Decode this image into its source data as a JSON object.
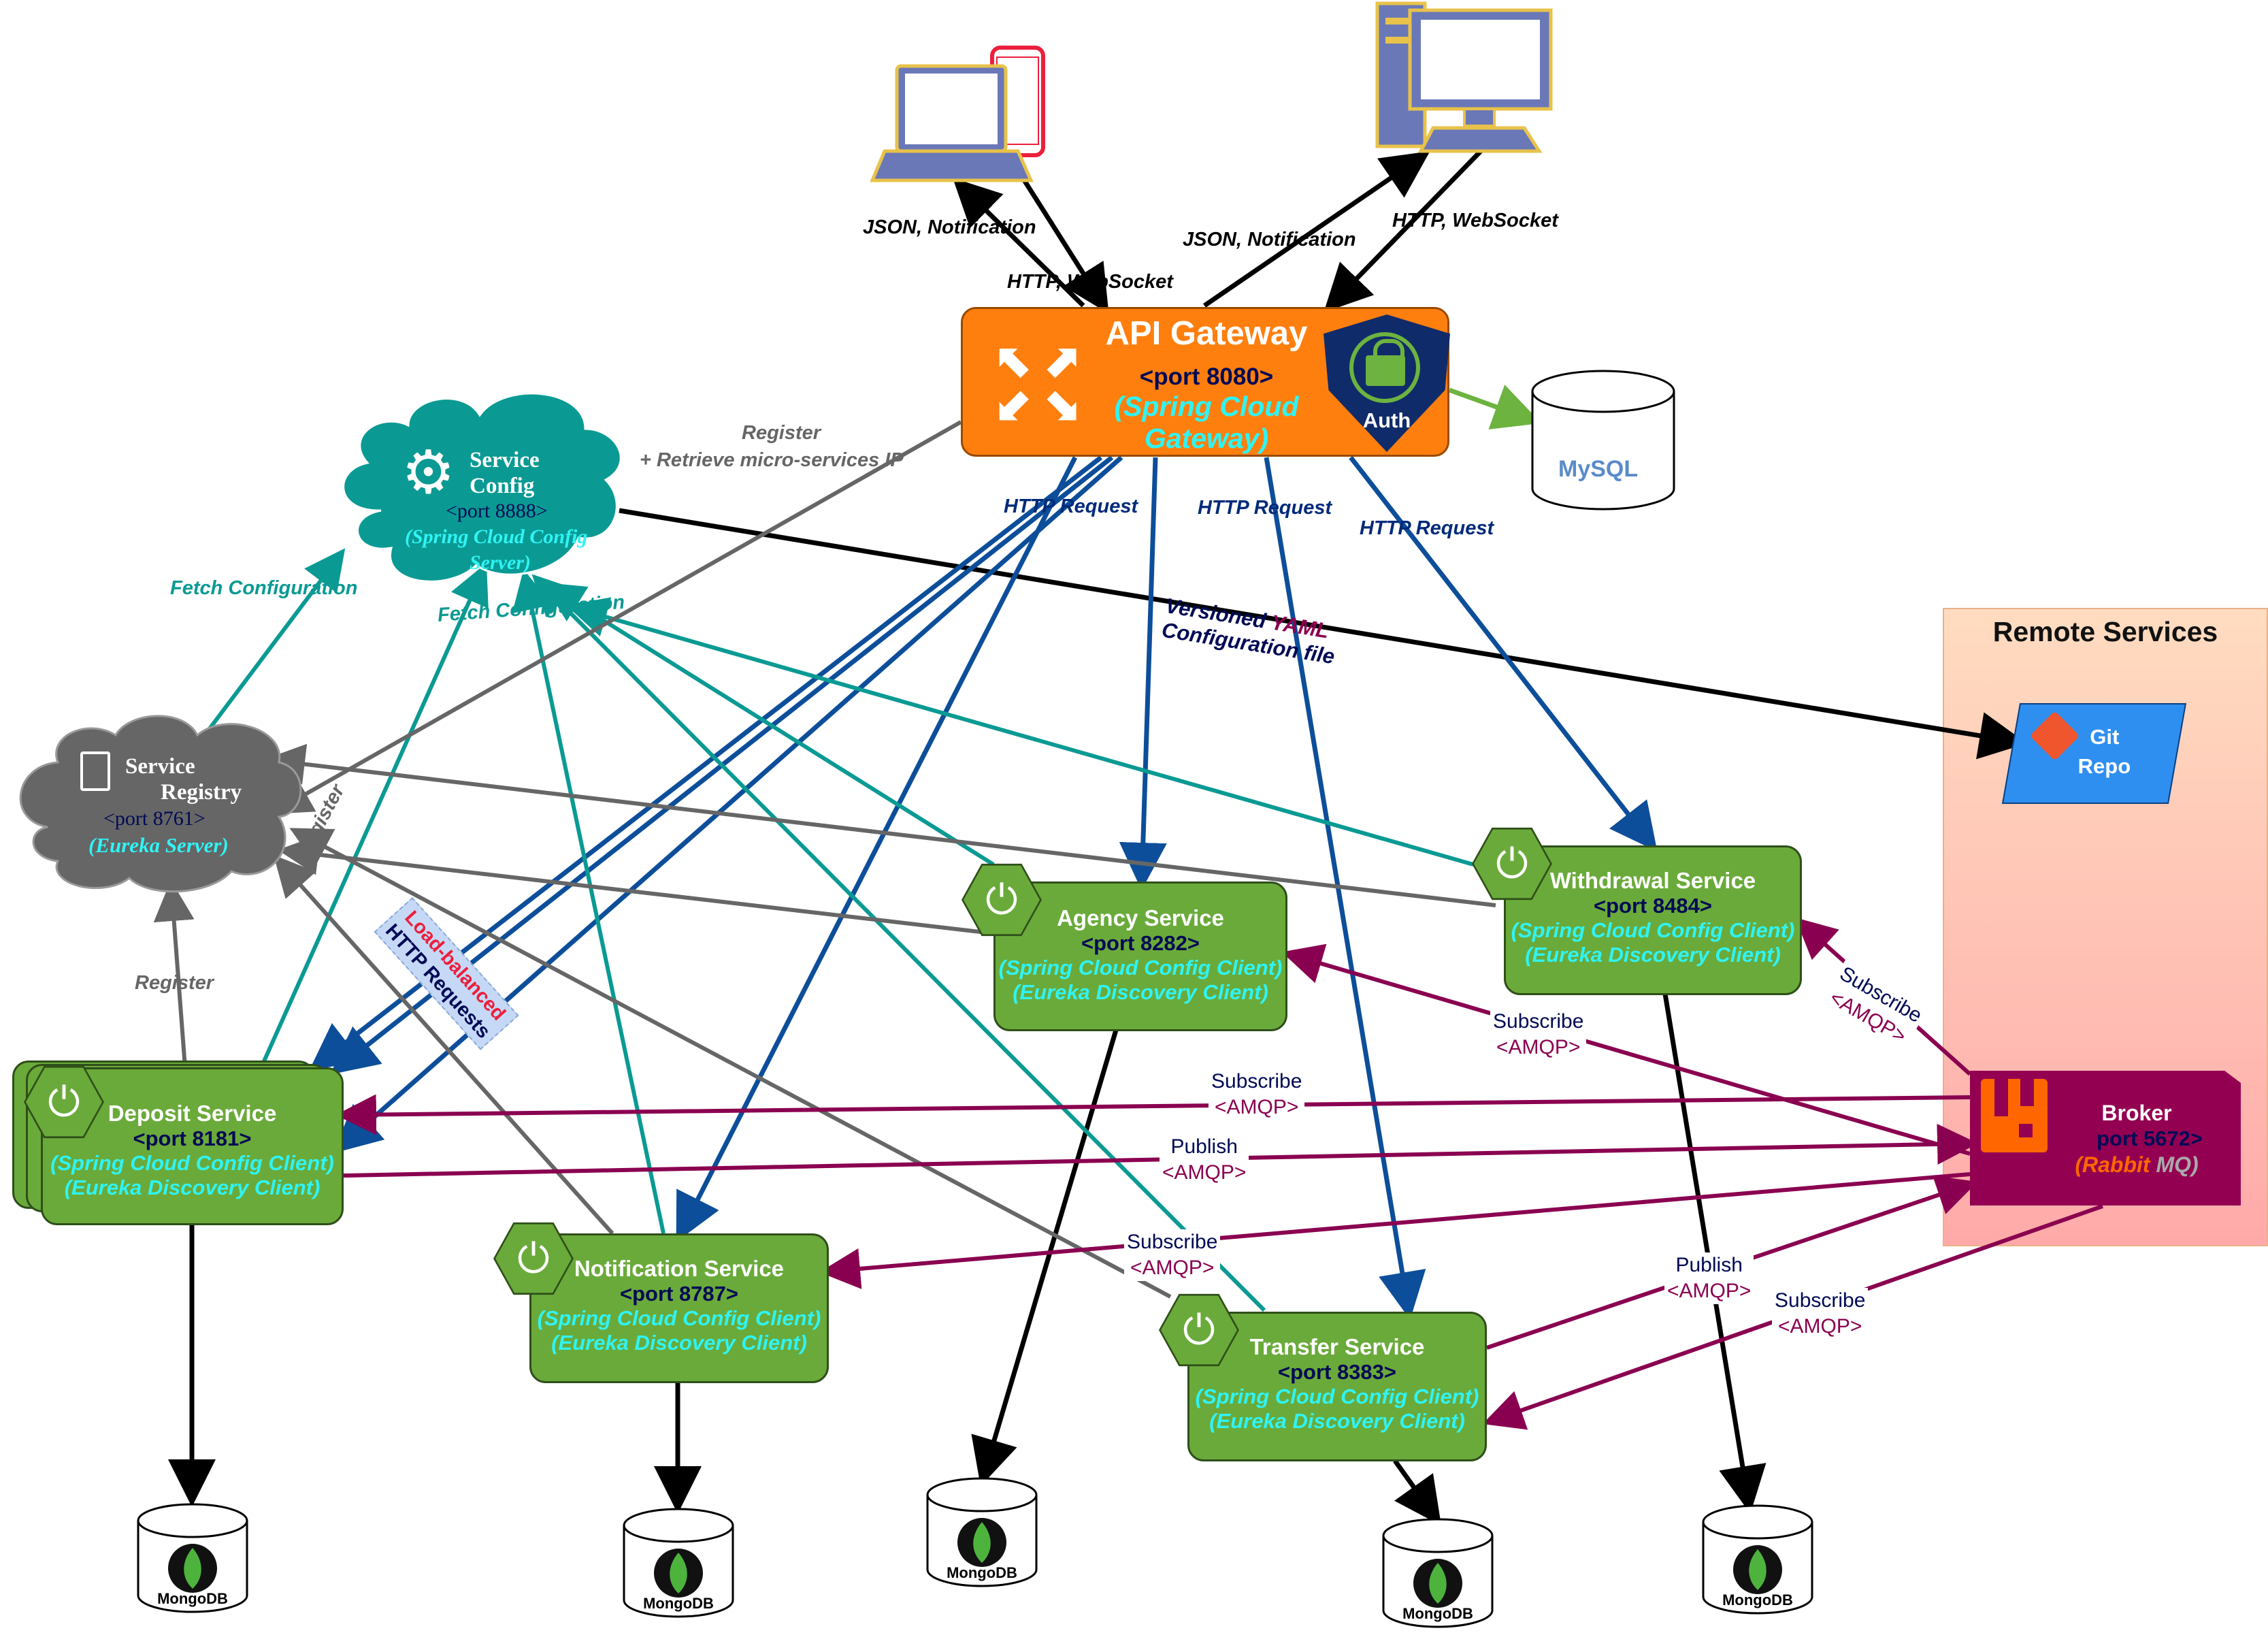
{
  "gateway": {
    "title": "API Gateway",
    "port": "<port 8080>",
    "tech": "(Spring Cloud Gateway)",
    "auth": "Auth"
  },
  "config_server": {
    "title1": "Service",
    "title2": "Config",
    "port": "<port 8888>",
    "tech1": "(Spring Cloud Config",
    "tech2": "Server)"
  },
  "registry": {
    "title1": "Service",
    "title2": "Registry",
    "port": "<port 8761>",
    "tech": "(Eureka Server)"
  },
  "services": {
    "deposit": {
      "name": "Deposit Service",
      "port": "<port 8181>",
      "c1": "(Spring Cloud Config Client)",
      "c2": "(Eureka Discovery Client)"
    },
    "agency": {
      "name": "Agency Service",
      "port": "<port 8282>",
      "c1": "(Spring Cloud Config Client)",
      "c2": "(Eureka Discovery Client)"
    },
    "withdrawal": {
      "name": "Withdrawal Service",
      "port": "<port 8484>",
      "c1": "(Spring Cloud Config Client)",
      "c2": "(Eureka Discovery Client)"
    },
    "notification": {
      "name": "Notification Service",
      "port": "<port 8787>",
      "c1": "(Spring Cloud Config Client)",
      "c2": "(Eureka Discovery Client)"
    },
    "transfer": {
      "name": "Transfer Service",
      "port": "<port 8383>",
      "c1": "(Spring Cloud Config Client)",
      "c2": "(Eureka Discovery Client)"
    }
  },
  "remote": {
    "title": "Remote Services",
    "git1": "Git",
    "git2": "Repo",
    "broker": "Broker",
    "broker_port": "port 5672>",
    "broker_tech_a": "(Rabbit",
    "broker_tech_b": "MQ)"
  },
  "databases": {
    "mysql": "MySQL",
    "mongo": "MongoDB"
  },
  "labels": {
    "json_notification": "JSON, Notification",
    "http_websocket": "HTTP, WebSocket",
    "http_request": "HTTP Request",
    "register": "Register",
    "register_retrieve1": "Register",
    "register_retrieve2": "+ Retrieve micro-services IP",
    "fetch_configuration": "Fetch Configuration",
    "versioned_a": "Versioned",
    "versioned_b": "YAML",
    "versioned_c": "Configuration file",
    "load_balanced_a": "Load-balanced",
    "load_balanced_b": "HTTP Requests",
    "subscribe": "Subscribe",
    "publish": "Publish",
    "amqp": "<AMQP>"
  },
  "colors": {
    "service_green": "#6aaa3a",
    "gateway_orange": "#ff7f0e",
    "config_teal": "#0a9a93",
    "registry_gray": "#666666",
    "http_blue": "#0d4e9a",
    "amqp_maroon": "#8a0050",
    "git_blue": "#2f8ff0",
    "broker_maroon": "#930051"
  }
}
